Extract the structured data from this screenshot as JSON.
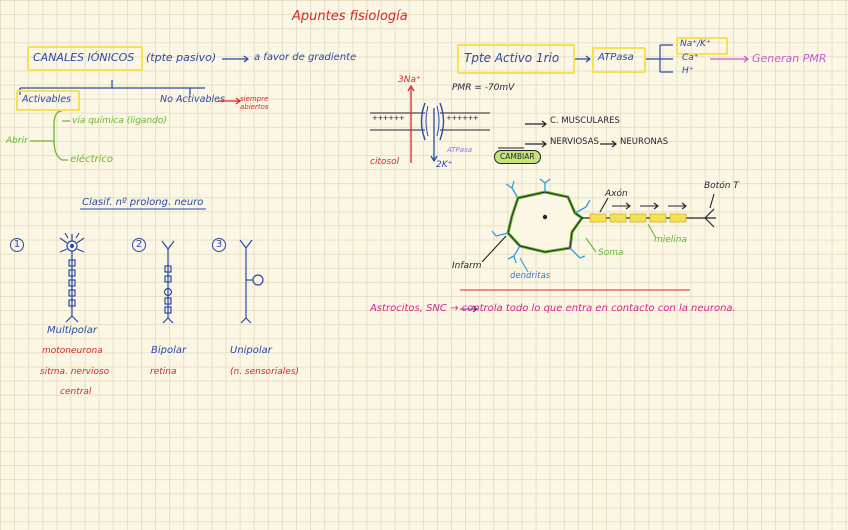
{
  "title": "Apuntes fisiología",
  "left": {
    "canales": "CANALES IÓNICOS",
    "tipo": "(tpte pasivo)",
    "favor": "a favor de gradiente",
    "activables": "Activables",
    "no_activables": "No Activables",
    "siempre_abiertos": "siempre abiertos",
    "abrir": "Abrir",
    "quimica": "vía química (ligando)",
    "electrico": "eléctrico",
    "clasif": "Clasif. nº prolong. neuro",
    "n1": "1",
    "n2": "2",
    "n3": "3",
    "multipolar": "Multipolar",
    "motoneurona": "motoneurona",
    "sistema1": "sitma. nervioso",
    "sistema2": "central",
    "bipolar": "Bipolar",
    "retina": "retina",
    "unipolar": "Unipolar",
    "sensoriales": "(n. sensoriales)"
  },
  "right": {
    "tpte_activo": "Tpte Activo 1rio",
    "atpasa": "ATPasa",
    "na_k": "Na⁺/K⁺",
    "ca": "Ca⁺",
    "h": "H⁺",
    "generan": "Generan PMR",
    "three_na": "3Na⁺",
    "pmr": "PMR = -70mV",
    "citosol": "citosol",
    "atpasa_small": "ATPasa",
    "two_k": "2K⁺",
    "musculares": "C. MUSCULARES",
    "nerviosas": "NERVIOSAS",
    "neuronas": "NEURONAS",
    "cambiar": "CAMBIAR",
    "axon": "Axón",
    "boton": "Botón T",
    "soma": "Soma",
    "mielina": "mielina",
    "infarm": "Infarm",
    "dendritas": "dendritas",
    "astrocitos": "Astrocitos, SNC → controla todo lo que entra en contacto con la neurona."
  },
  "colors": {
    "red": "#d9262c",
    "blue": "#2b4aa8",
    "green": "#6bb534",
    "purple": "#c45fd0",
    "magenta": "#d8238f",
    "highlight": "#f7e053"
  }
}
